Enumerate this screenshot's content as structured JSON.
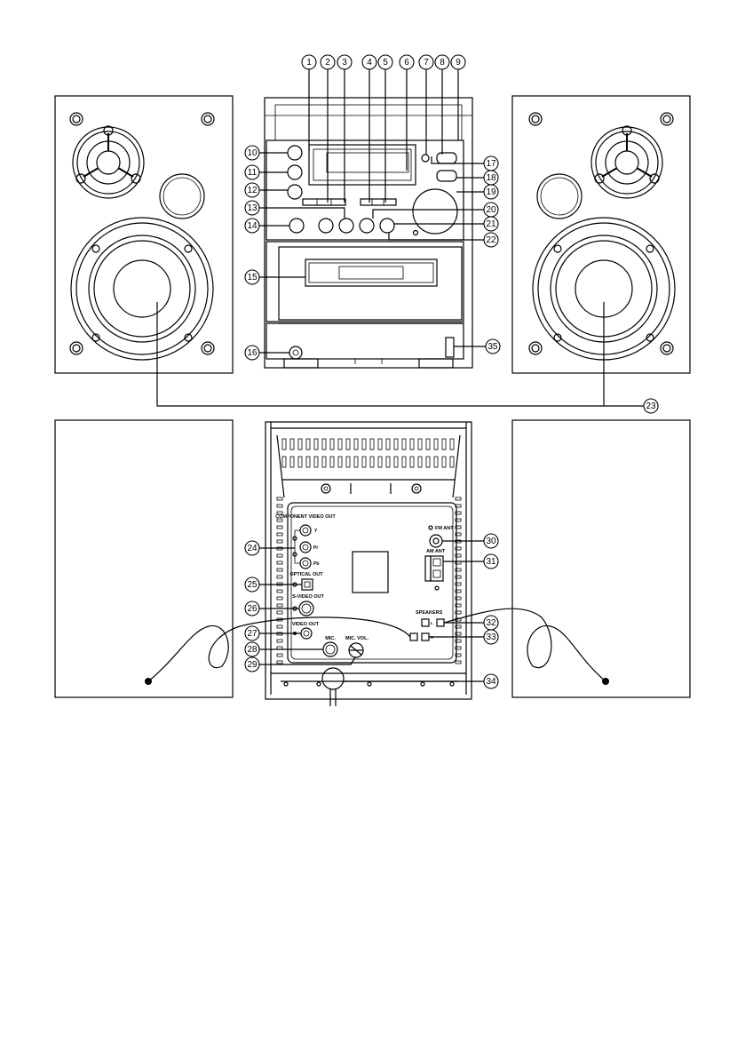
{
  "callouts": [
    "1",
    "2",
    "3",
    "4",
    "5",
    "6",
    "7",
    "8",
    "9",
    "10",
    "11",
    "12",
    "13",
    "14",
    "15",
    "16",
    "17",
    "18",
    "19",
    "20",
    "21",
    "22",
    "23",
    "24",
    "25",
    "26",
    "27",
    "28",
    "29",
    "30",
    "31",
    "32",
    "33",
    "34",
    "35"
  ],
  "rear_panel": {
    "component_video_out": "COMPONENT VIDEO OUT",
    "y": "Y",
    "pr": "Pr",
    "pb": "Pb",
    "optical_out": "OPTICAL OUT",
    "s_video_out": "S-VIDEO OUT",
    "video_out": "VIDEO OUT",
    "mic": "MIC.",
    "mic_vol": "MIC. VOL.",
    "fm_ant": "FM ANT",
    "am_ant": "AM ANT",
    "speakers": "SPEAKERS",
    "left": "L",
    "right": "R"
  }
}
